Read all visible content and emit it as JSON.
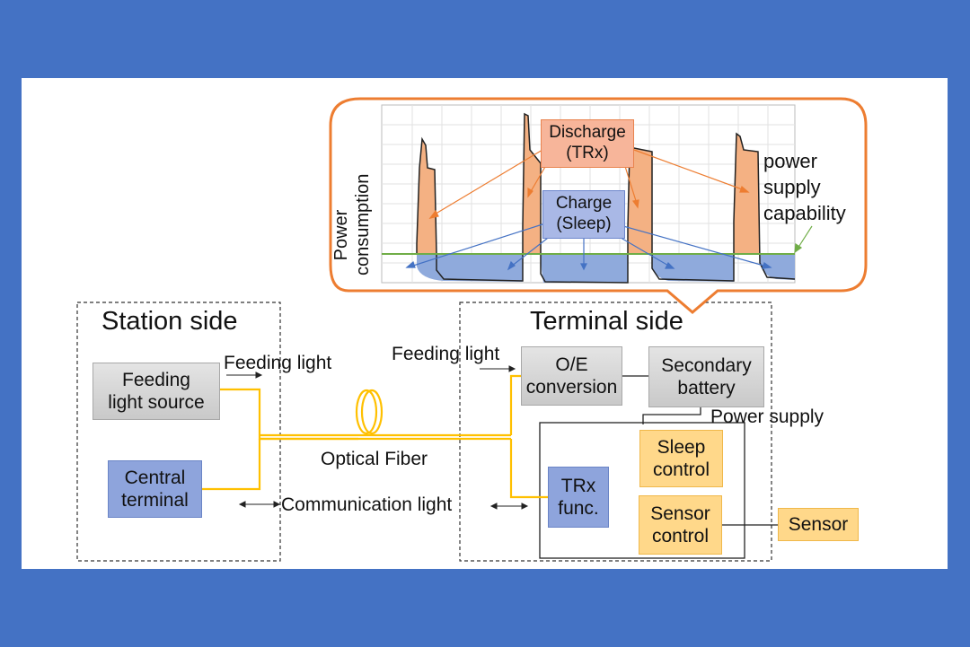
{
  "colors": {
    "frame": "#4472c4",
    "fiber": "#ffc000",
    "discharge": "#f4b183",
    "charge": "#8faadc",
    "supply_line": "#70ad47",
    "callout_border": "#ed7d31"
  },
  "station": {
    "title": "Station side",
    "feeding_light_source": "Feeding\nlight source",
    "central_terminal": "Central\nterminal",
    "feeding_light_label": "Feeding light"
  },
  "terminal": {
    "title": "Terminal side",
    "feeding_light_label": "Feeding light",
    "oe_conversion": "O/E\nconversion",
    "secondary_battery": "Secondary\nbattery",
    "power_supply_label": "Power supply",
    "sleep_control": "Sleep\ncontrol",
    "trx_func": "TRx\nfunc.",
    "sensor_control": "Sensor\ncontrol",
    "sensor": "Sensor"
  },
  "links": {
    "optical_fiber": "Optical Fiber",
    "communication_light": "Communication light"
  },
  "chart": {
    "ylabel_line1": "Power",
    "ylabel_line2": "consumption",
    "discharge_label": "Discharge\n(TRx)",
    "charge_label": "Charge\n(Sleep)",
    "supply_label": "power\nsupply\ncapability"
  }
}
